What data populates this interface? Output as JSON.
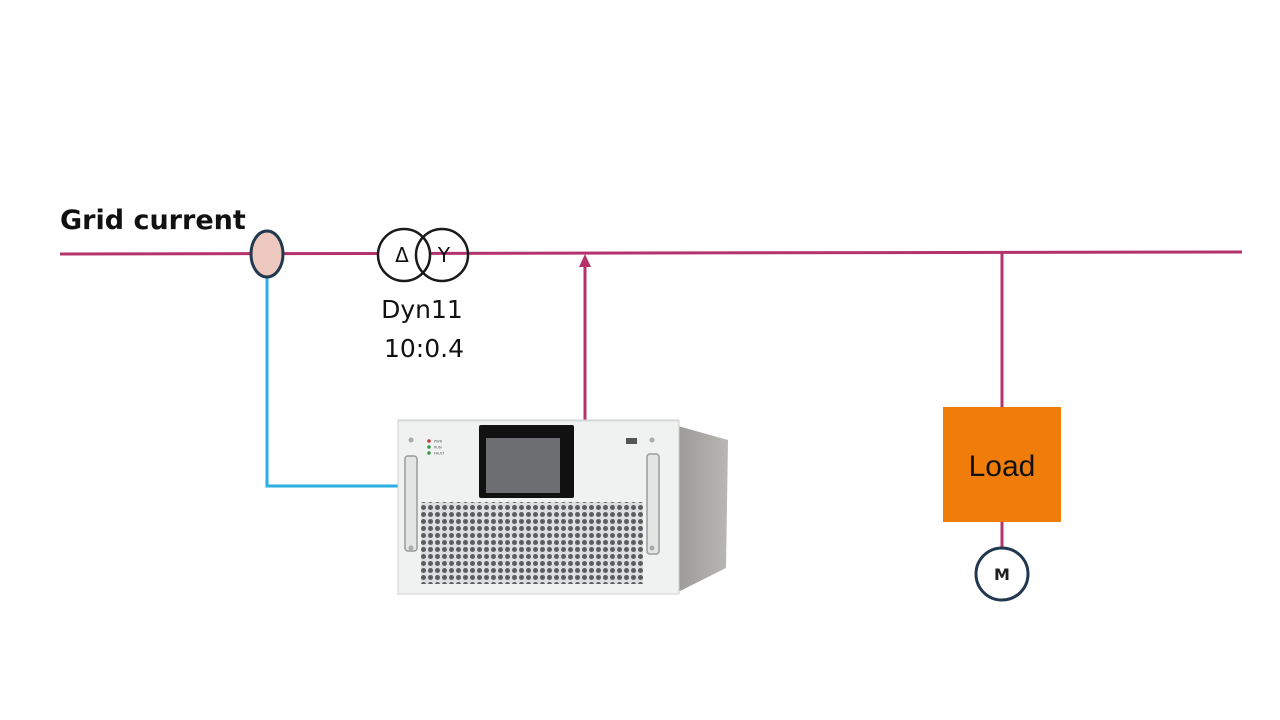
{
  "diagram": {
    "grid_label": "Grid current",
    "transformer": {
      "delta_symbol": "Δ",
      "wye_symbol": "Y",
      "vector_group": "Dyn11",
      "ratio": "10:0.4"
    },
    "load_label": "Load",
    "motor_label": "M",
    "device": {
      "led_labels": [
        "PWR",
        "RUN",
        "FAULT"
      ]
    },
    "colors": {
      "bus_line": "#b5336b",
      "ct_line": "#29aee6",
      "ct_fill": "#edc8bf",
      "load_fill": "#f07d0a",
      "motor_stroke": "#22384e",
      "screen": "#6d6e72"
    }
  }
}
